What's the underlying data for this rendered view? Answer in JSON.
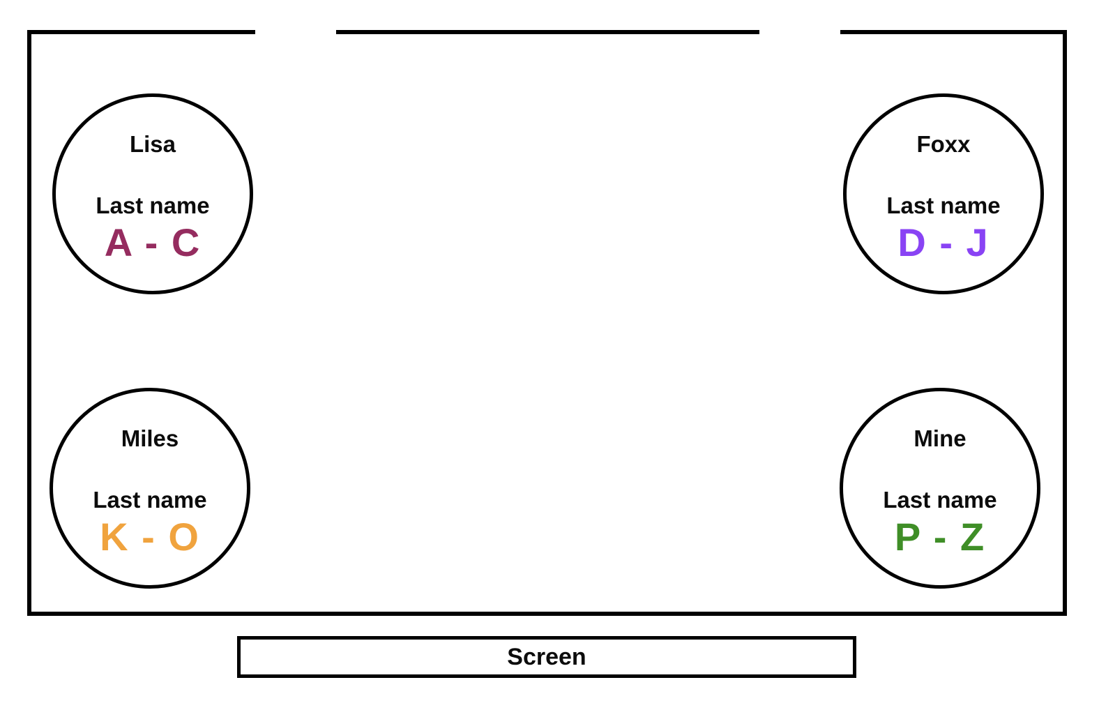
{
  "room": {
    "wall_color": "#000000",
    "background_color": "#ffffff",
    "door_gaps_in_top_wall": 2
  },
  "stations": [
    {
      "position": "top-left",
      "name": "Lisa",
      "subtitle": "Last name",
      "range": "A - C",
      "color": "#952C5F"
    },
    {
      "position": "top-right",
      "name": "Foxx",
      "subtitle": "Last name",
      "range": "D - J",
      "color": "#8943F4"
    },
    {
      "position": "bottom-left",
      "name": "Miles",
      "subtitle": "Last name",
      "range": "K - O",
      "color": "#F0A33E"
    },
    {
      "position": "bottom-right",
      "name": "Mine",
      "subtitle": "Last name",
      "range": "P - Z",
      "color": "#3F8E27"
    }
  ],
  "screen": {
    "label": "Screen"
  }
}
